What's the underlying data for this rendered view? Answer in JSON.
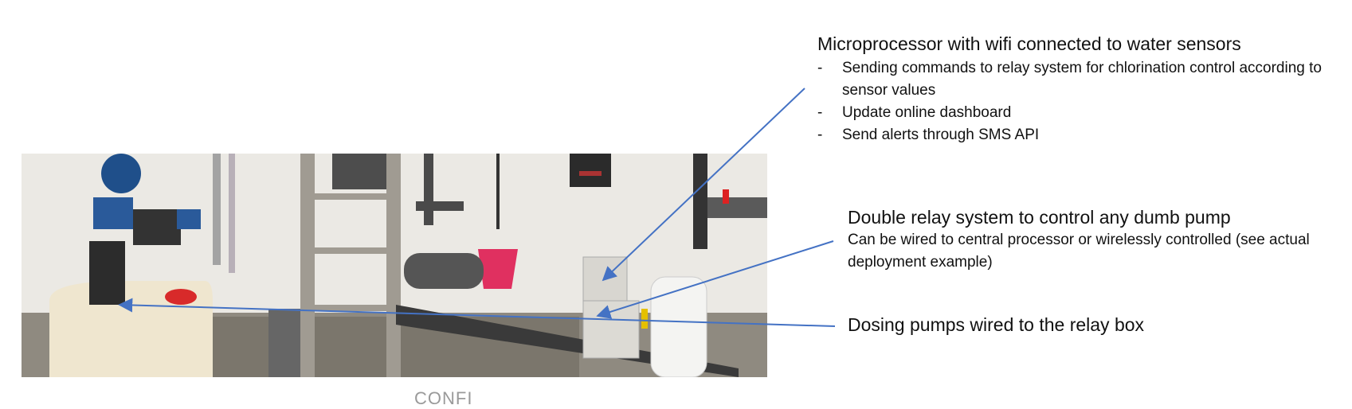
{
  "annotations": {
    "microprocessor": {
      "heading": "Microprocessor with wifi connected to water sensors",
      "bullets": [
        "Sending commands to relay system for chlorination control according to sensor values",
        "Update online dashboard",
        "Send alerts through SMS API"
      ]
    },
    "relay": {
      "heading": "Double relay system to control any dumb pump",
      "body": "Can be wired to central processor or wirelessly controlled (see actual deployment example)"
    },
    "pumps": {
      "heading": "Dosing pumps wired to the relay box"
    }
  },
  "watermark": "CONFI",
  "colors": {
    "arrow": "#4472c4",
    "text": "#111111"
  }
}
